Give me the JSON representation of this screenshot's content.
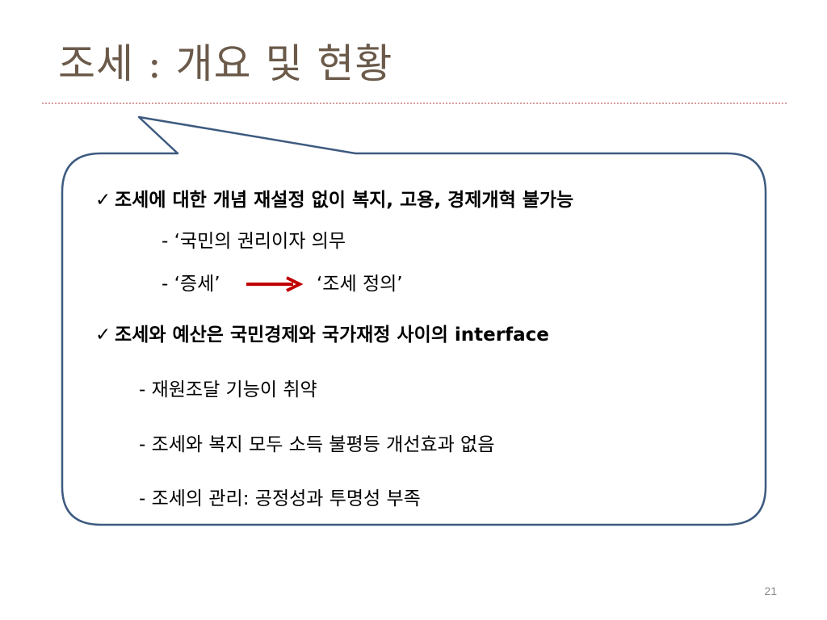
{
  "slide": {
    "title": "조세 : 개요 및 현황",
    "page_number": "21",
    "colors": {
      "title": "#6b5a4a",
      "divider": "#d99c9c",
      "bubble_border": "#3d5a80",
      "arrow": "#c00000"
    },
    "bullets": [
      {
        "marker": "✓",
        "text": "조세에 대한 개념 재설정 없이 복지, 고용, 경제개혁 불가능",
        "sub": [
          "- ‘국민의 권리이자 의무",
          "- ‘증세’"
        ],
        "arrow_target": "‘조세 정의’"
      },
      {
        "marker": "✓",
        "text": "조세와 예산은 국민경제와 국가재정 사이의 interface",
        "sub": [
          "- 재원조달 기능이 취약",
          "- 조세와 복지 모두 소득 불평등 개선효과 없음",
          "- 조세의 관리: 공정성과 투명성 부족"
        ]
      }
    ]
  }
}
